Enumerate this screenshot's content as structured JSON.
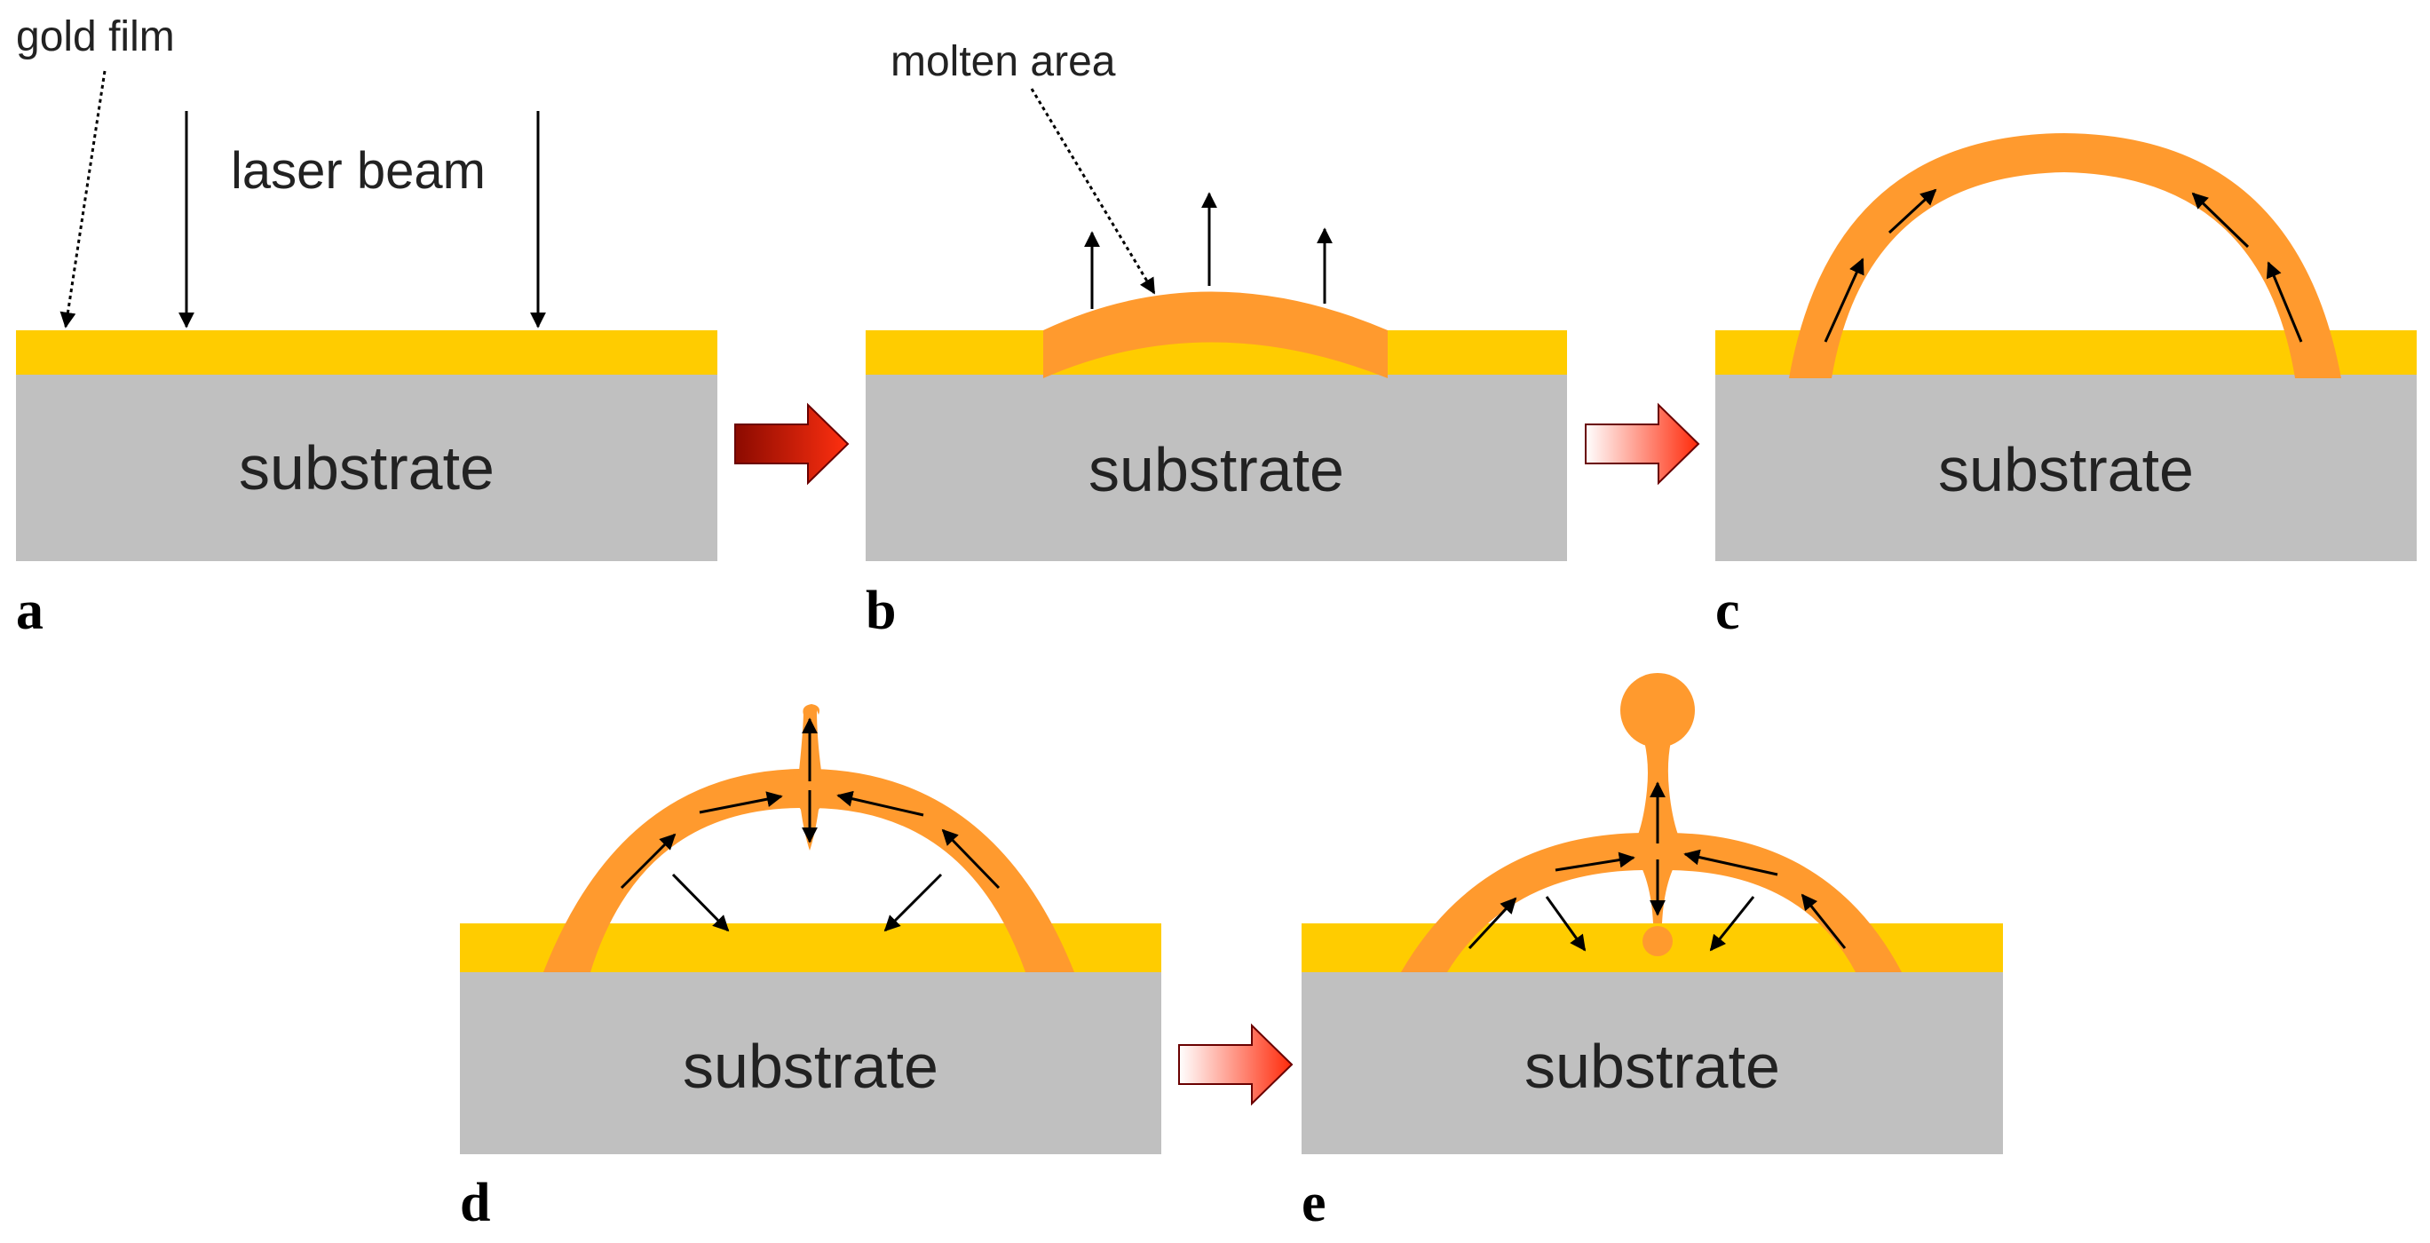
{
  "labels": {
    "gold_film": "gold film",
    "laser_beam": "laser beam",
    "molten_area": "molten area",
    "substrate": "substrate"
  },
  "panels": [
    {
      "letter": "a"
    },
    {
      "letter": "b"
    },
    {
      "letter": "c"
    },
    {
      "letter": "d"
    },
    {
      "letter": "e"
    }
  ],
  "colors": {
    "gold": "#ffcc00",
    "molten": "#ff9a2e",
    "substrate": "#c0c0c0",
    "arrow_red": "#e8200a",
    "arrow_dark": "#8b0a00",
    "ink": "#000000"
  }
}
